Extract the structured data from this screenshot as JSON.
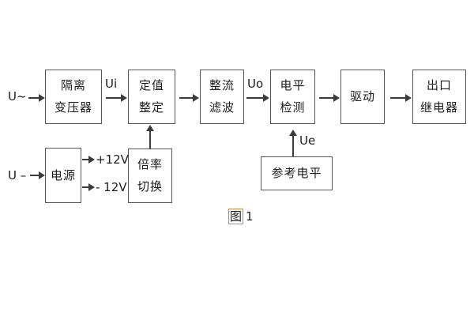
{
  "figure": {
    "caption": {
      "prefix": "图",
      "number": "1"
    }
  },
  "signals": {
    "ac_input": "U~",
    "dc_input": "U –",
    "ui": "Ui",
    "uo": "Uo",
    "ue": "Ue",
    "rail_pos": "+12V",
    "rail_neg": "- 12V"
  },
  "blocks": {
    "isolation_transformer": {
      "line1": "隔离",
      "line2": "变压器"
    },
    "setpoint_setting": {
      "line1": "定值",
      "line2": "整定"
    },
    "rectifier_filter": {
      "line1": "整流",
      "line2": "滤波"
    },
    "level_detector": {
      "line1": "电平",
      "line2": "检测"
    },
    "driver": {
      "line1": "驱动"
    },
    "output_relay": {
      "line1": "出口",
      "line2": "继电器"
    },
    "power_supply": {
      "line1": "电源"
    },
    "ratio_switch": {
      "line1": "倍率",
      "line2": "切换"
    },
    "reference_level": {
      "line1": "参考电平"
    }
  },
  "colors": {
    "background": "#ffffff",
    "box_border": "#565656",
    "line": "#3b3b3b",
    "text": "#1c1c1c",
    "caption_highlight_border": "#c98a45"
  }
}
